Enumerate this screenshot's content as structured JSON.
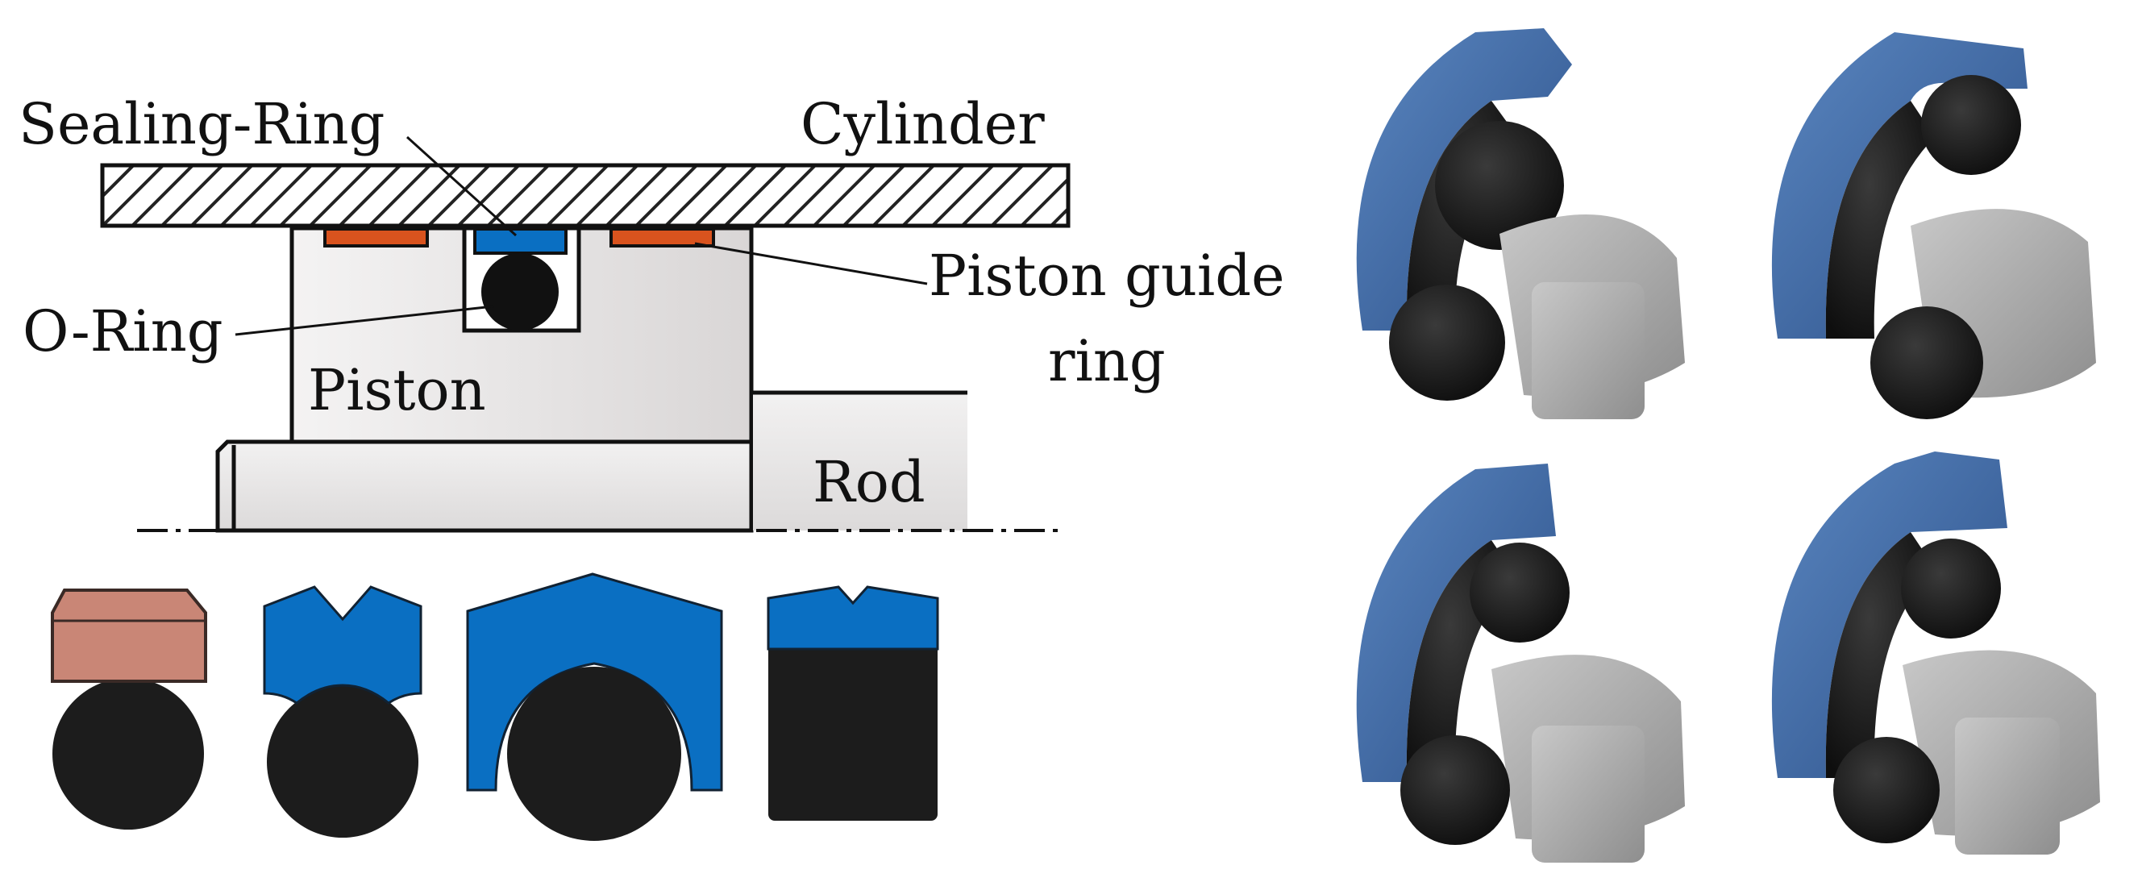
{
  "labels": {
    "sealing_ring": "Sealing-Ring",
    "cylinder": "Cylinder",
    "piston_guide_ring_line1": "Piston guide",
    "piston_guide_ring_line2": "ring",
    "o_ring": "O-Ring",
    "piston": "Piston",
    "rod": "Rod"
  },
  "colors": {
    "sealing_blue": "#0a6fc2",
    "guide_orange": "#d9531e",
    "o_ring_black": "#1a1a1a",
    "cap_rose": "#c98676",
    "piston_gray": "#e6e4e4",
    "render_blue": "#3f6aa3",
    "render_dark": "#222222",
    "render_gray": "#a9a9a9"
  },
  "profiles": [
    "rose-cap-profile",
    "v-notch-cap-profile",
    "wide-arch-cap-profile",
    "square-block-profile"
  ],
  "renders": [
    "render-top-left",
    "render-top-right",
    "render-bottom-left",
    "render-bottom-right"
  ]
}
